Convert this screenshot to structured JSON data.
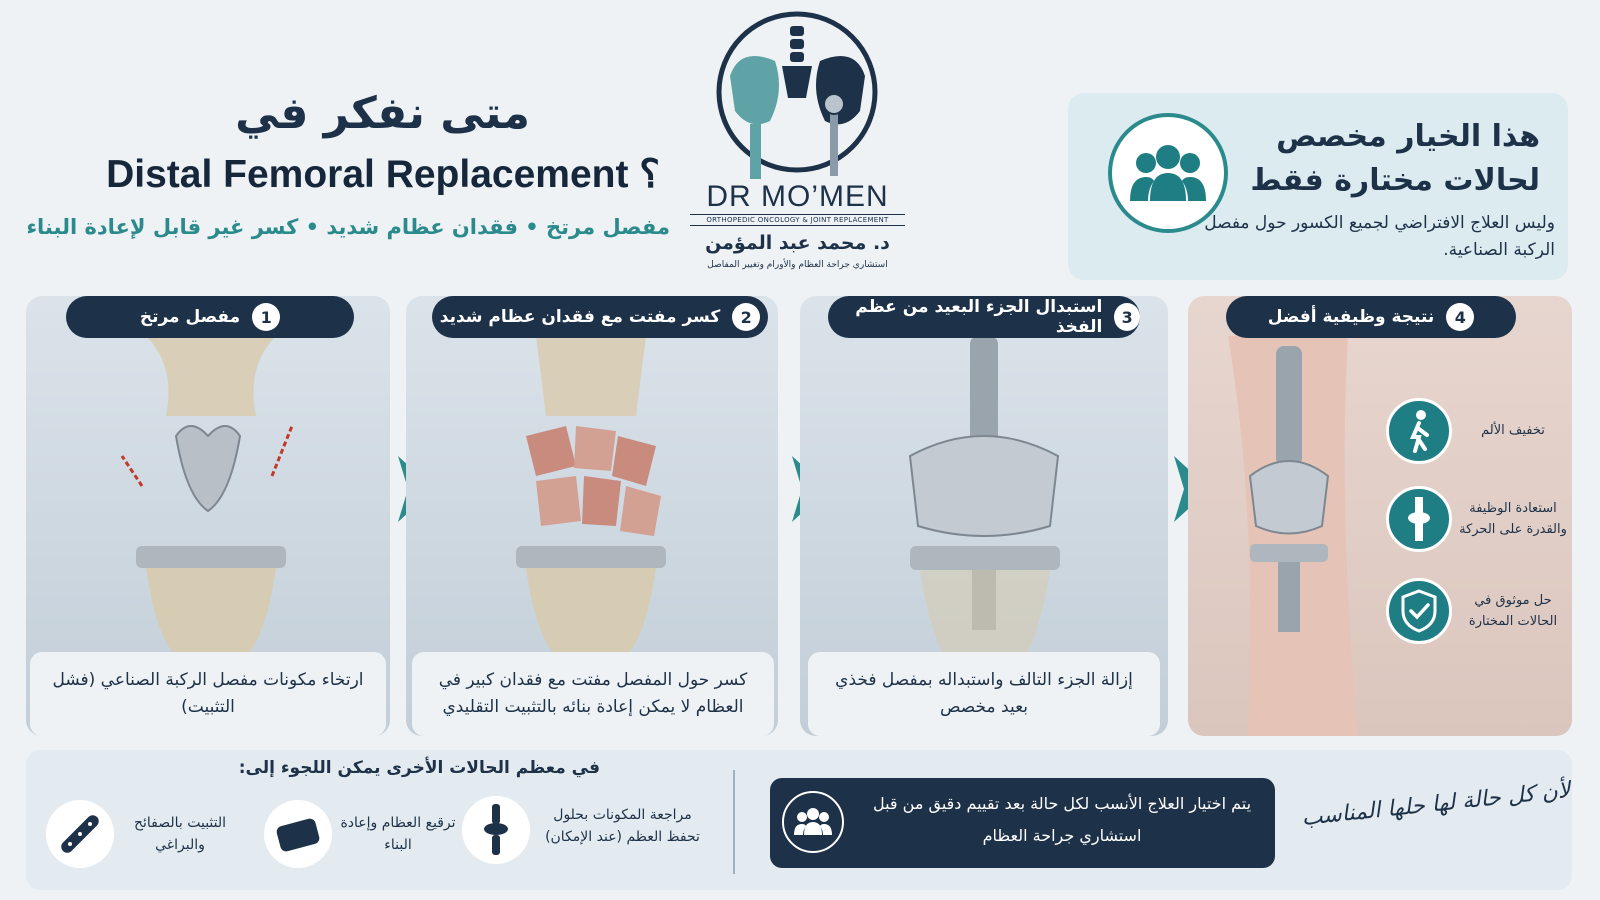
{
  "header": {
    "title_line1": "متى نفكر في",
    "title_line2": "Distal Femoral Replacement ؟",
    "subtitle": "مفصل مرتخ • فقدان عظام شديد • كسر غير قابل لإعادة البناء"
  },
  "logo": {
    "name": "DR MO’MEN",
    "tagline": "ORTHOPEDIC ONCOLOGY & JOINT REPLACEMENT",
    "arabic_name": "د. محمد عبد المؤمن",
    "arabic_title": "استشاري جراحة العظام والأورام وتغيير المفاصل"
  },
  "info": {
    "title": "هذا الخيار مخصص لحالات مختارة فقط",
    "text": "وليس العلاج الافتراضي لجميع الكسور حول مفصل الركبة الصناعية."
  },
  "steps": [
    {
      "number": "1",
      "label": "مفصل مرتخ",
      "caption": "ارتخاء مكونات مفصل الركبة الصناعي (فشل التثبيت)"
    },
    {
      "number": "2",
      "label": "كسر مفتت مع فقدان عظام شديد",
      "caption": "كسر حول المفصل مفتت مع فقدان كبير في العظام لا يمكن إعادة بنائه بالتثبيت التقليدي"
    },
    {
      "number": "3",
      "label": "استبدال الجزء البعيد من عظم الفخذ",
      "caption": "إزالة الجزء التالف واستبداله بمفصل فخذي بعيد مخصص"
    },
    {
      "number": "4",
      "label": "نتيجة وظيفية أفضل",
      "caption": ""
    }
  ],
  "benefits": [
    {
      "icon": "walking-person-icon",
      "text": "تخفيف الألم"
    },
    {
      "icon": "knee-joint-icon",
      "text": "استعادة الوظيفة والقدرة على الحركة"
    },
    {
      "icon": "shield-check-icon",
      "text": "حل موثوق في الحالات المختارة"
    }
  ],
  "alternatives": {
    "title": "في معظم الحالات الأخرى يمكن اللجوء إلى:",
    "options": [
      {
        "icon": "bone-joint-icon",
        "text": "مراجعة المكونات بحلول تحفظ العظم (عند الإمكان)"
      },
      {
        "icon": "bone-graft-icon",
        "text": "ترقيع العظام وإعادة البناء"
      },
      {
        "icon": "plate-screws-icon",
        "text": "التثبيت بالصفائح والبراغي"
      }
    ]
  },
  "decision": {
    "text": "يتم اختيار العلاج الأنسب لكل حالة بعد تقييم دقيق من قبل استشاري جراحة العظام"
  },
  "slogan": "لأن كل حالة لها حلها المناسب",
  "colors": {
    "navy": "#1d3148",
    "teal": "#2b8a8c",
    "background": "#eef2f5",
    "panel_light": "#dbe3ea"
  }
}
